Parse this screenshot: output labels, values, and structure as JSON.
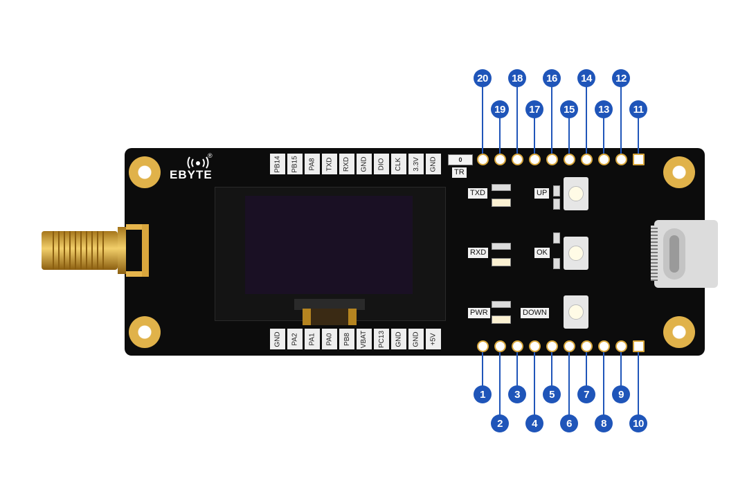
{
  "logo": {
    "text": "EBYTE",
    "registered": "®"
  },
  "top_header_labels": [
    "PB14",
    "PB15",
    "PA8",
    "TXD",
    "RXD",
    "GND",
    "DIO",
    "CLK",
    "3.3V",
    "GND"
  ],
  "bottom_header_labels": [
    "GND",
    "PA2",
    "PA1",
    "PA0",
    "PB8",
    "VBAT",
    "PC13",
    "GND",
    "GND",
    "+5V"
  ],
  "top_pin_numbers": [
    "20",
    "19",
    "18",
    "17",
    "16",
    "15",
    "14",
    "13",
    "12",
    "11"
  ],
  "bottom_pin_numbers": [
    "1",
    "2",
    "3",
    "4",
    "5",
    "6",
    "7",
    "8",
    "9",
    "10"
  ],
  "silkscreen": {
    "tr": "TR",
    "tr_switch": "0",
    "txd": "TXD",
    "rxd": "RXD",
    "pwr": "PWR",
    "up": "UP",
    "ok": "OK",
    "down": "DOWN"
  },
  "colors": {
    "board": "#0c0c0c",
    "gold": "#e0b24a",
    "marker": "#1f55b9",
    "oled": "#1a1024"
  }
}
